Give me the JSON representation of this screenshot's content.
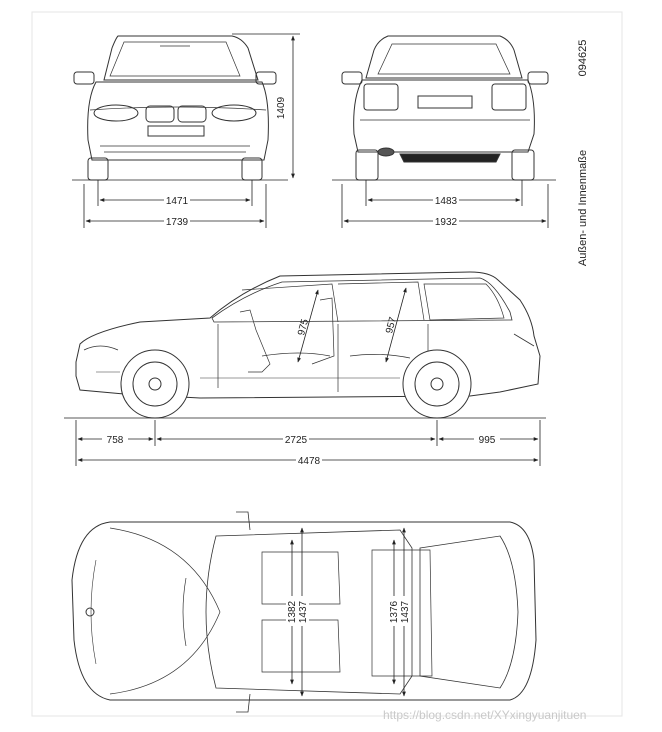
{
  "drawing_number": "094625",
  "side_caption": "Außen- und Innenmaße",
  "front_view": {
    "height": "1409",
    "track": "1471",
    "width": "1739"
  },
  "rear_view": {
    "track": "1483",
    "width_mirrors": "1932"
  },
  "side_view": {
    "front_headroom": "975",
    "rear_headroom": "957",
    "front_overhang": "758",
    "wheelbase": "2725",
    "rear_overhang": "995",
    "length": "4478"
  },
  "top_view": {
    "front_shoulder": "1382",
    "front_elbow": "1437",
    "rear_shoulder": "1376",
    "rear_elbow": "1437"
  },
  "watermark": "https://blog.csdn.net/XYxingyuanjituen"
}
